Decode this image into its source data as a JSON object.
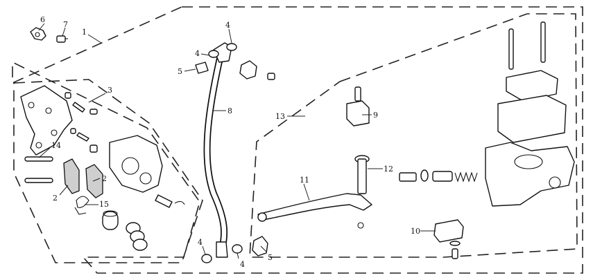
{
  "diagram": {
    "callouts": [
      {
        "id": "c-6",
        "text": "6"
      },
      {
        "id": "c-7",
        "text": "7"
      },
      {
        "id": "c-1",
        "text": "1"
      },
      {
        "id": "c-3",
        "text": "3"
      },
      {
        "id": "c-14",
        "text": "14"
      },
      {
        "id": "c-2a",
        "text": "2"
      },
      {
        "id": "c-2b",
        "text": "2"
      },
      {
        "id": "c-15",
        "text": "15"
      },
      {
        "id": "c-4a",
        "text": "4"
      },
      {
        "id": "c-4b",
        "text": "4"
      },
      {
        "id": "c-5a",
        "text": "5"
      },
      {
        "id": "c-8",
        "text": "8"
      },
      {
        "id": "c-4c",
        "text": "4"
      },
      {
        "id": "c-4d",
        "text": "4"
      },
      {
        "id": "c-5b",
        "text": "5"
      },
      {
        "id": "c-13",
        "text": "13"
      },
      {
        "id": "c-9",
        "text": "9"
      },
      {
        "id": "c-11",
        "text": "11"
      },
      {
        "id": "c-12",
        "text": "12"
      },
      {
        "id": "c-10",
        "text": "10"
      }
    ]
  }
}
